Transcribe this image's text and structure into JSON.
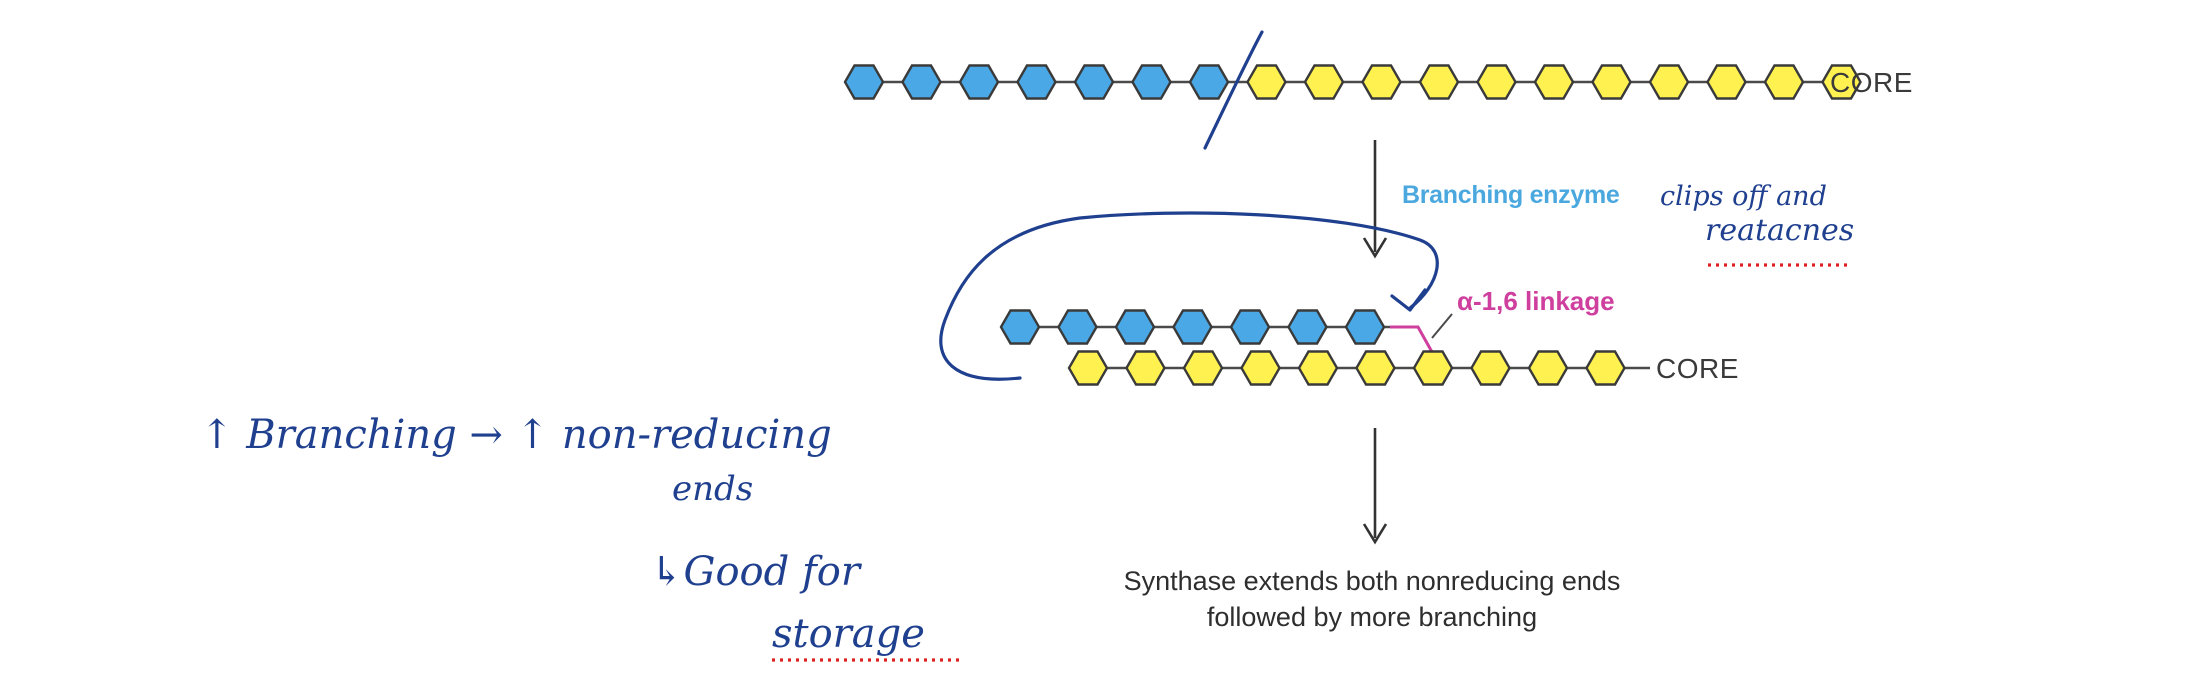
{
  "diagram": {
    "top_chain": {
      "core_label": "CORE",
      "blue_units": 7,
      "yellow_units": 11
    },
    "arrow1_label": "Branching enzyme",
    "bottom_chain": {
      "core_label": "CORE",
      "branch_blue_units": 7,
      "main_yellow_units": 10,
      "linkage_label": "α-1,6 linkage"
    },
    "caption_line1": "Synthase extends both nonreducing ends",
    "caption_line2": "followed by more branching"
  },
  "annotations": {
    "note_clips_line1": "clips off and",
    "note_clips_line2": "reatacnes",
    "note_branching_line1": "↑ Branching → ↑ non-reducing",
    "note_branching_line2": "ends",
    "note_good_line1": "↳Good for",
    "note_good_line2": "storage"
  },
  "colors": {
    "blue_unit": "#4aa8e6",
    "yellow_unit": "#fff250",
    "linkage": "#cf3f9e",
    "ink": "#1f3f8f",
    "spellcheck": "#e02020"
  }
}
